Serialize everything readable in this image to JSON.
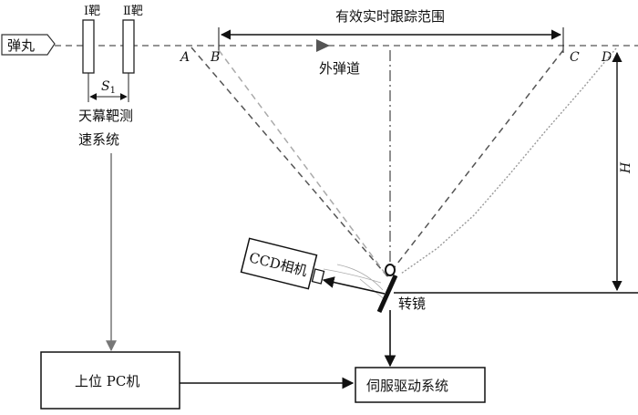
{
  "projectile": {
    "label": "弹丸"
  },
  "targets": {
    "target1": "Ⅰ靶",
    "target2": "Ⅱ靶",
    "spacing_label": "S",
    "spacing_sub": "1"
  },
  "sky_screen_system": {
    "line1": "天幕靶测",
    "line2": "速系统"
  },
  "tracking_range": {
    "label": "有效实时跟踪范围"
  },
  "trajectory": {
    "label": "外弹道"
  },
  "points": {
    "A": "A",
    "B": "B",
    "C": "C",
    "D": "D"
  },
  "height": {
    "label": "H"
  },
  "camera": {
    "label": "CCD相机"
  },
  "mirror": {
    "label": "转镜"
  },
  "host_pc": {
    "label": "上位 PC机"
  },
  "servo": {
    "label": "伺服驱动系统"
  }
}
